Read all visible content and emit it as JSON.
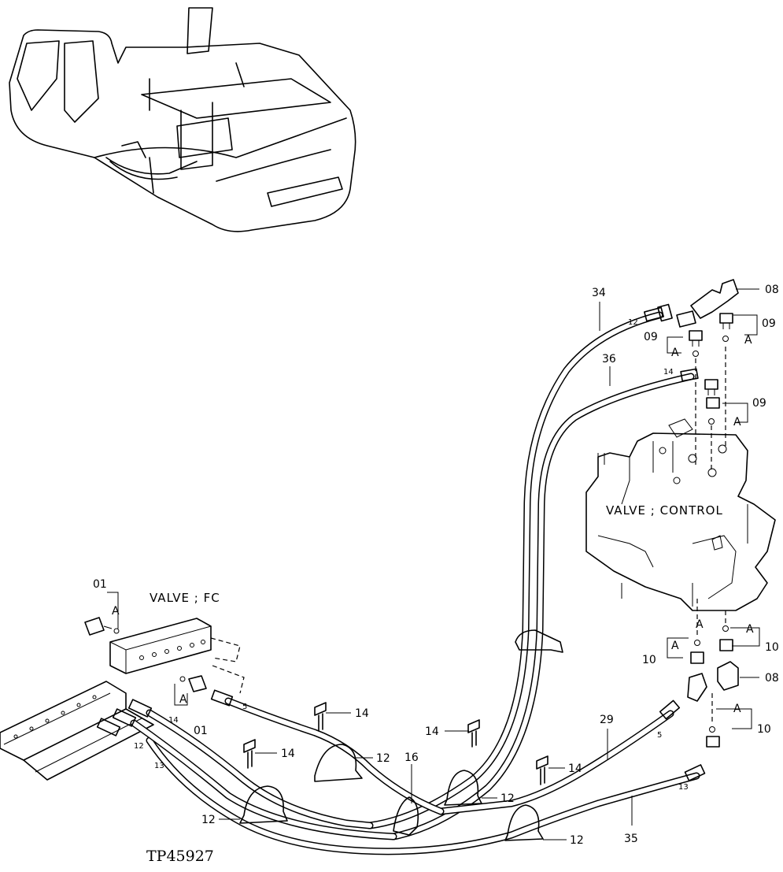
{
  "drawing_id": "TP45927",
  "components": {
    "valve_control": "VALVE ; CONTROL",
    "valve_fc": "VALVE ; FC"
  },
  "callouts": {
    "c34": "34",
    "c36": "36",
    "c29": "29",
    "c35": "35",
    "c16": "16",
    "c08_top": "08",
    "c08_bottom": "08",
    "c09_a": "09",
    "c09_b": "09",
    "c09_c": "09",
    "c10_a": "10",
    "c10_b": "10",
    "c10_c": "10",
    "c01_top": "01",
    "c01_bottom": "01",
    "c14_a": "14",
    "c14_b": "14",
    "c14_c": "14",
    "c14_d": "14",
    "c12_a": "12",
    "c12_b": "12",
    "c12_c": "12",
    "c12_d": "12"
  },
  "detail_marks": {
    "a1": "A",
    "a2": "A",
    "a3": "A",
    "a4": "A",
    "a5": "A",
    "a6": "A",
    "a7": "A",
    "a8": "A",
    "a9": "A"
  },
  "hose_end_marks": {
    "h34": "12",
    "h36": "14",
    "h29": "5",
    "h35": "13",
    "hfc1": "5",
    "hfc2": "14",
    "hfc3": "12",
    "hfc4": "13"
  }
}
